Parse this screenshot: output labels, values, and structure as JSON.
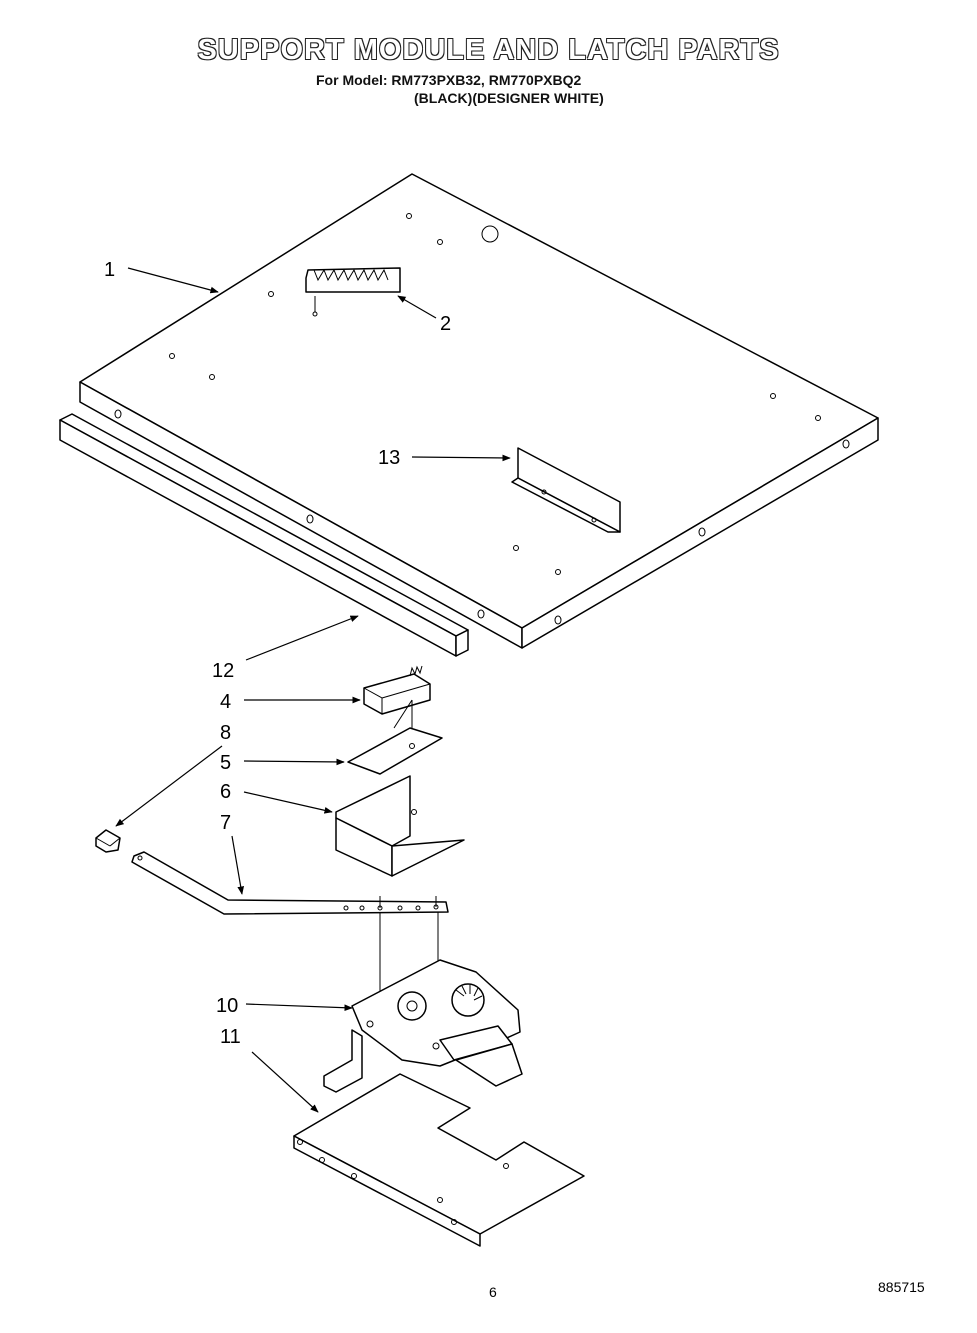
{
  "header": {
    "title": "SUPPORT MODULE AND LATCH PARTS",
    "model_line": "For Model: RM773PXB32, RM770PXBQ2",
    "color_line": "(BLACK)(DESIGNER WHITE)"
  },
  "callouts": {
    "c1": "1",
    "c2": "2",
    "c4": "4",
    "c5": "5",
    "c6": "6",
    "c7": "7",
    "c8": "8",
    "c10": "10",
    "c11": "11",
    "c12": "12",
    "c13": "13"
  },
  "footer": {
    "page_number": "6",
    "document_number": "885715"
  }
}
